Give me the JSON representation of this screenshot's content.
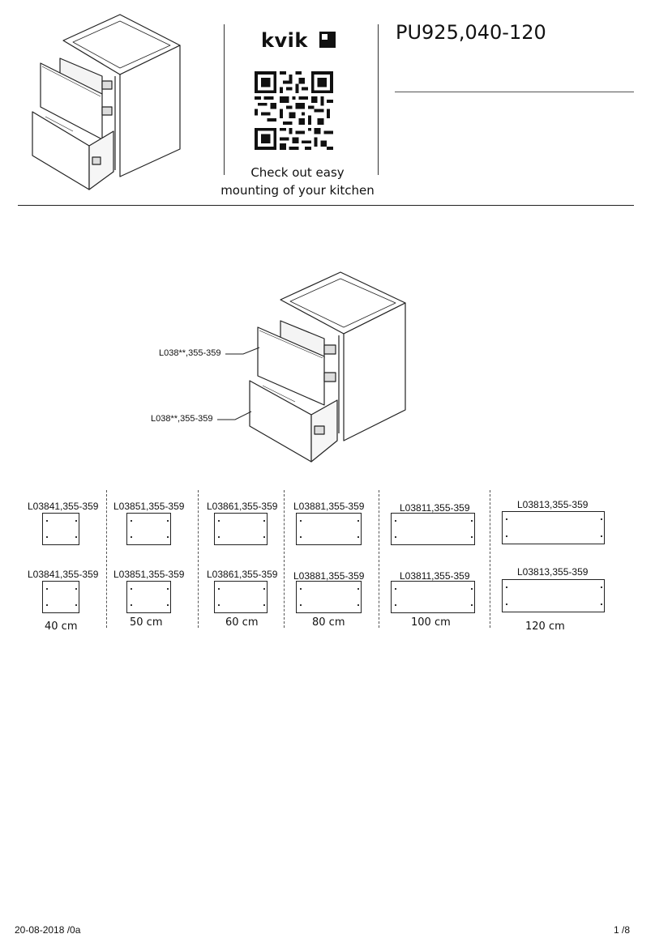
{
  "header": {
    "brand": "kvik",
    "tagline_line1": "Check out easy",
    "tagline_line2": "mounting of your kitchen",
    "product_code": "PU925,040-120"
  },
  "callouts": [
    "L038**,355-359",
    "L038**,355-359"
  ],
  "drawer_fronts": {
    "top_row": [
      "L03841,355-359",
      "L03851,355-359",
      "L03861,355-359",
      "L03881,355-359",
      "L03811,355-359",
      "L03813,355-359"
    ],
    "bottom_row": [
      "L03841,355-359",
      "L03851,355-359",
      "L03861,355-359",
      "L03881,355-359",
      "L03811,355-359",
      "L03813,355-359"
    ],
    "sizes": [
      "40 cm",
      "50 cm",
      "60 cm",
      "80 cm",
      "100 cm",
      "120 cm"
    ]
  },
  "footer": {
    "date": "20-08-2018 /0a",
    "page": "1 /8"
  }
}
